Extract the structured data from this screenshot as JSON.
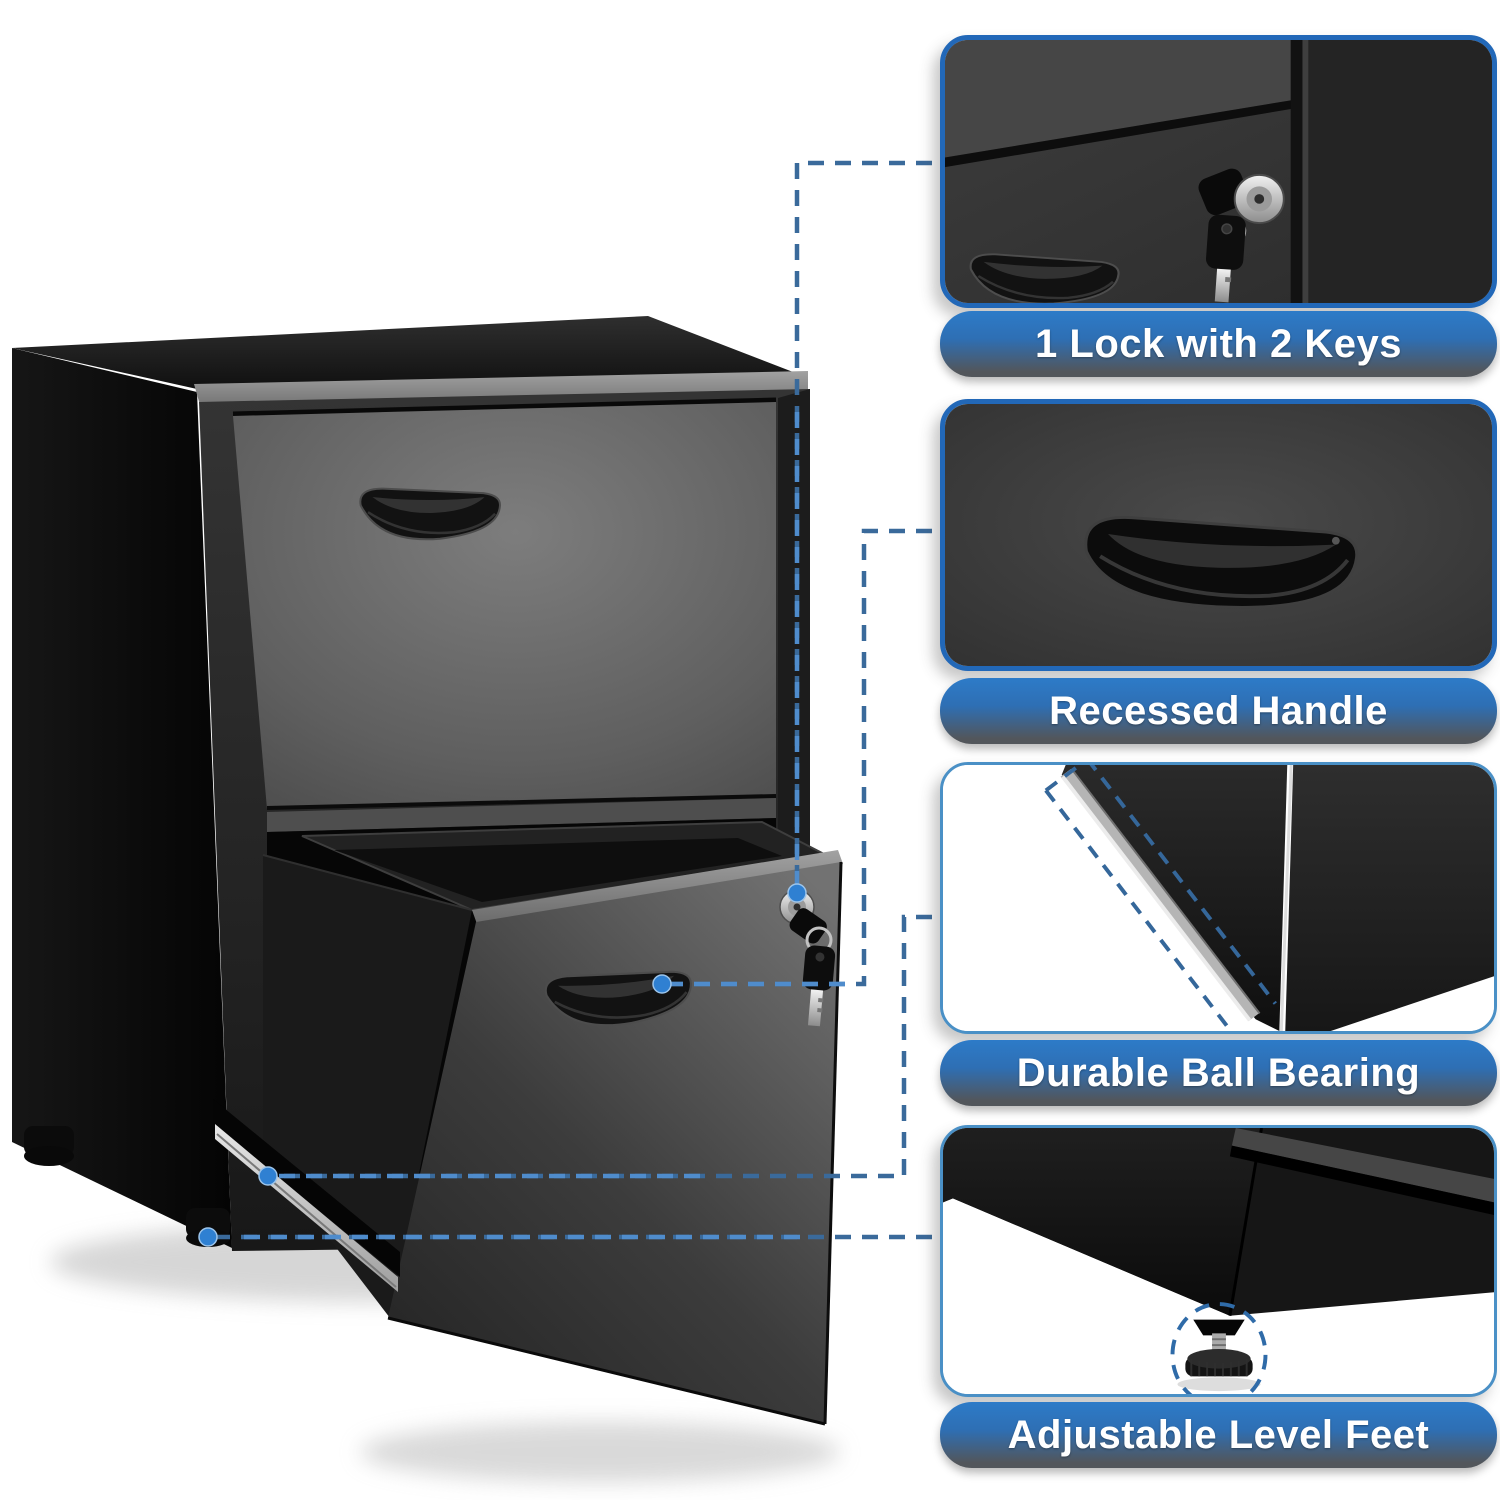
{
  "callouts": [
    {
      "id": "lock",
      "label": "1 Lock with 2 Keys",
      "photo": "lock-with-keys-closeup"
    },
    {
      "id": "handle",
      "label": "Recessed Handle",
      "photo": "recessed-handle-closeup"
    },
    {
      "id": "bearing",
      "label": "Durable Ball Bearing",
      "photo": "ball-bearing-slide-closeup"
    },
    {
      "id": "feet",
      "label": "Adjustable Level Feet",
      "photo": "adjustable-foot-closeup"
    }
  ],
  "colors": {
    "banner_top": "#2d7bc8",
    "banner_mid": "#2e6fb4",
    "banner_bottom": "#52565b",
    "connector": "#3a6a9b",
    "connector_bright": "#4f8ccc",
    "connector_dot": "#2f80d2",
    "panel_border_primary": "#2268b8",
    "panel_border_secondary": "#4a90c6"
  }
}
